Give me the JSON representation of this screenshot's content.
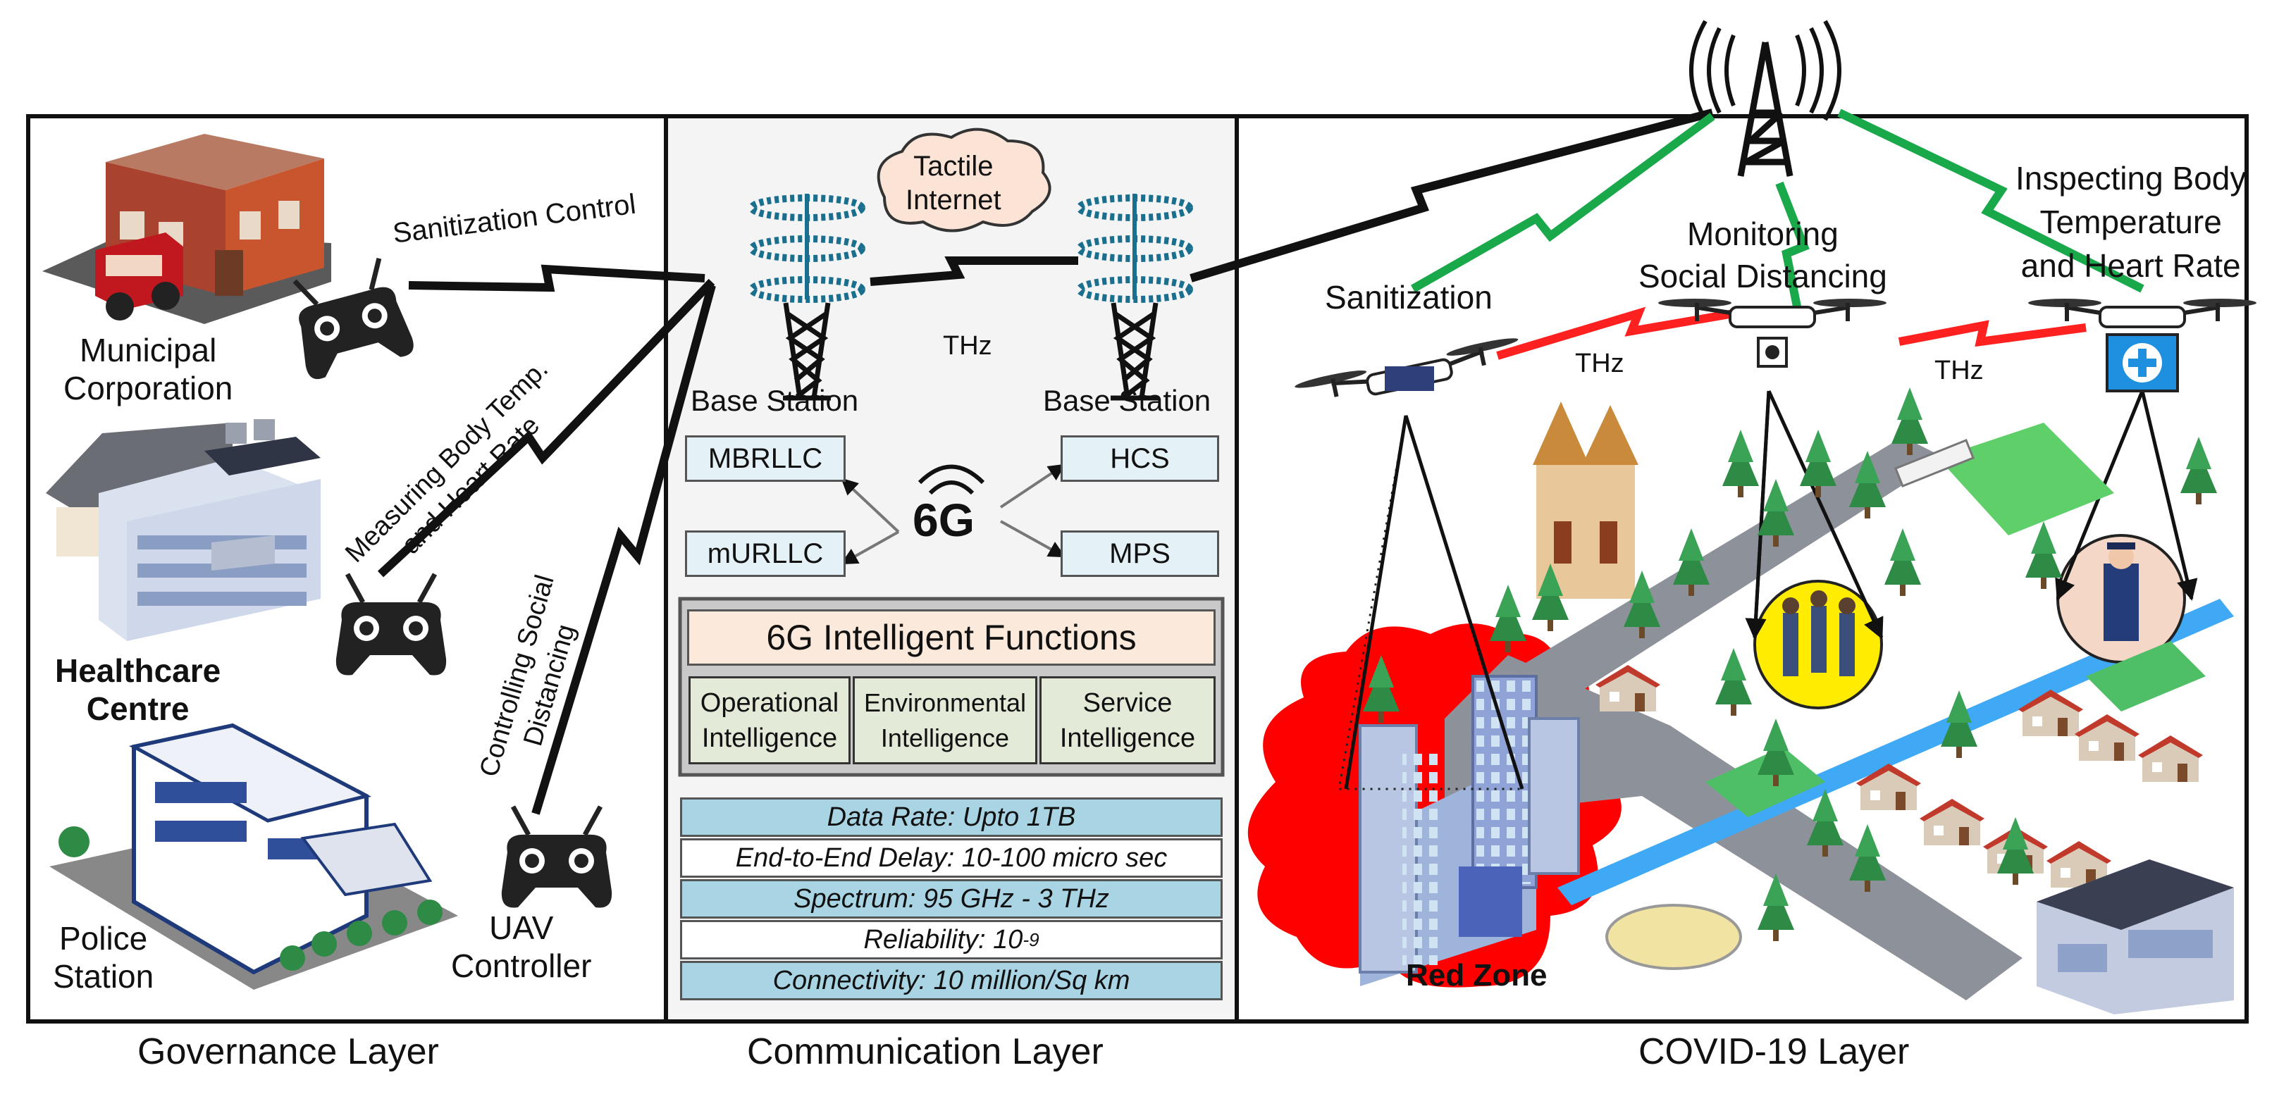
{
  "governance": {
    "layer_title": "Governance Layer",
    "municipal_label": "Municipal\nCorporation",
    "healthcare_label": "Healthcare\nCentre",
    "police_label": "Police\nStation",
    "uav_controller_label": "UAV\nController",
    "link_sanitization": "Sanitization Control",
    "link_body_temp": "Measuring Body Temp.\nand Heart Rate",
    "link_social": "Controlling Social\nDistancing"
  },
  "communication": {
    "layer_title": "Communication Layer",
    "tactile_internet": "Tactile\nInternet",
    "base_station_left": "Base Station",
    "base_station_right": "Base Station",
    "thz": "THz",
    "services": {
      "mbrllc": "MBRLLC",
      "murllc": "mURLLC",
      "hcs": "HCS",
      "mps": "MPS",
      "sixg": "6G"
    },
    "intelligent_functions": {
      "title": "6G Intelligent Functions",
      "operational": "Operational\nIntelligence",
      "environmental": "Environmental\nIntelligence",
      "service": "Service\nIntelligence"
    },
    "specs": {
      "data_rate": "Data Rate: Upto 1TB",
      "delay": "End-to-End Delay: 10-100 micro sec",
      "spectrum": "Spectrum: 95 GHz - 3 THz",
      "reliability": "Reliability: 10",
      "reliability_exp": "-9",
      "connectivity": "Connectivity: 10 million/Sq km"
    }
  },
  "covid": {
    "layer_title": "COVID-19 Layer",
    "sanitization": "Sanitization",
    "monitoring": "Monitoring\nSocial Distancing",
    "inspecting": "Inspecting Body\nTemperature\nand Heart Rate",
    "thz_1": "THz",
    "thz_2": "THz",
    "red_zone": "Red Zone"
  },
  "colors": {
    "red_zone": "#ff0000",
    "green_link": "#19a84a",
    "red_link": "#ff2020",
    "service_box": "#e4f1f6",
    "intel_title_bg": "#fbe9dc",
    "intel_cell_bg": "#e3ebd8",
    "spec_blue": "#a9d4e3",
    "cloud": "#fbe3d6"
  }
}
